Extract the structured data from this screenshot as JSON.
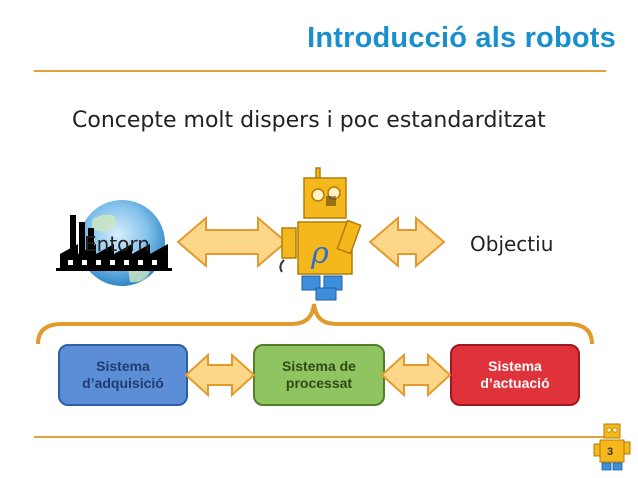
{
  "slide": {
    "title": "Introducció als robots",
    "subtitle": "Concepte molt dispers i poc estandarditzat",
    "page_number": "3"
  },
  "diagram": {
    "left_label": "Entorn",
    "right_label": "Objectiu",
    "boxes": [
      {
        "line1": "Sistema",
        "line2": "d’adquisició",
        "fill": "#5b8ed6",
        "border": "#2f5da8",
        "text": "#1f3c6e"
      },
      {
        "line1": "Sistema de",
        "line2": "processat",
        "fill": "#8fc460",
        "border": "#4f7f2a",
        "text": "#2f4a18"
      },
      {
        "line1": "Sistema",
        "line2": "d’actuació",
        "fill": "#e0323a",
        "border": "#9e1a20",
        "text": "#ffffff"
      }
    ]
  },
  "colors": {
    "title": "#1a8fce",
    "accent": "#e2a23a",
    "arrow_fill": "#fcd78a",
    "arrow_stroke": "#e39a2c",
    "robot_body": "#f4b81c",
    "robot_feet": "#3d8fdc"
  },
  "icons": [
    "factory-icon",
    "globe-icon",
    "robot-icon",
    "double-arrow-icon",
    "mini-robot-icon"
  ]
}
